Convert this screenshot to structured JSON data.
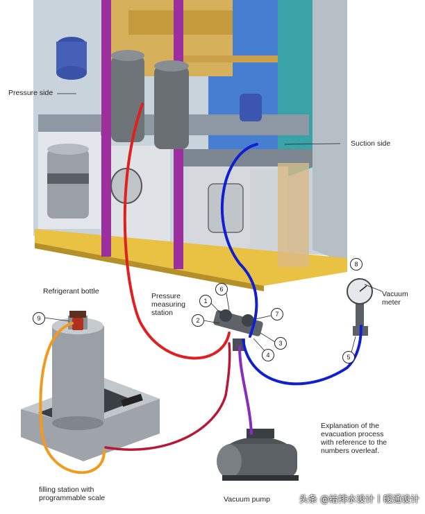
{
  "labels": {
    "pressure_side": "Pressure side",
    "suction_side": "Suction side",
    "vacuum_meter": "Vacuum\nmeter",
    "refrigerant_bottle": "Refrigerant bottle",
    "pressure_measuring_station": "Pressure\nmeasuring\nstation",
    "filling_station": "filling station with\nprogrammable scale",
    "vacuum_pump": "Vacuum pump",
    "explanation": "Explanation of the\nevacuation process\nwith reference to the\nnumbers overleaf."
  },
  "numbers": {
    "n1": "1",
    "n2": "2",
    "n3": "3",
    "n4": "4",
    "n5": "5",
    "n6": "6",
    "n7": "7",
    "n8": "8",
    "n9": "9"
  },
  "watermark": "头条 @给排水设计丨暖通设计",
  "colors": {
    "pressure_hose": "#e02020",
    "suction_hose": "#1020d0",
    "pump_hose": "#8a2bc0",
    "bottle_hose": "#f39a1e",
    "scale_hose": "#b81835",
    "pipes_purple": "#9b2f9e"
  }
}
